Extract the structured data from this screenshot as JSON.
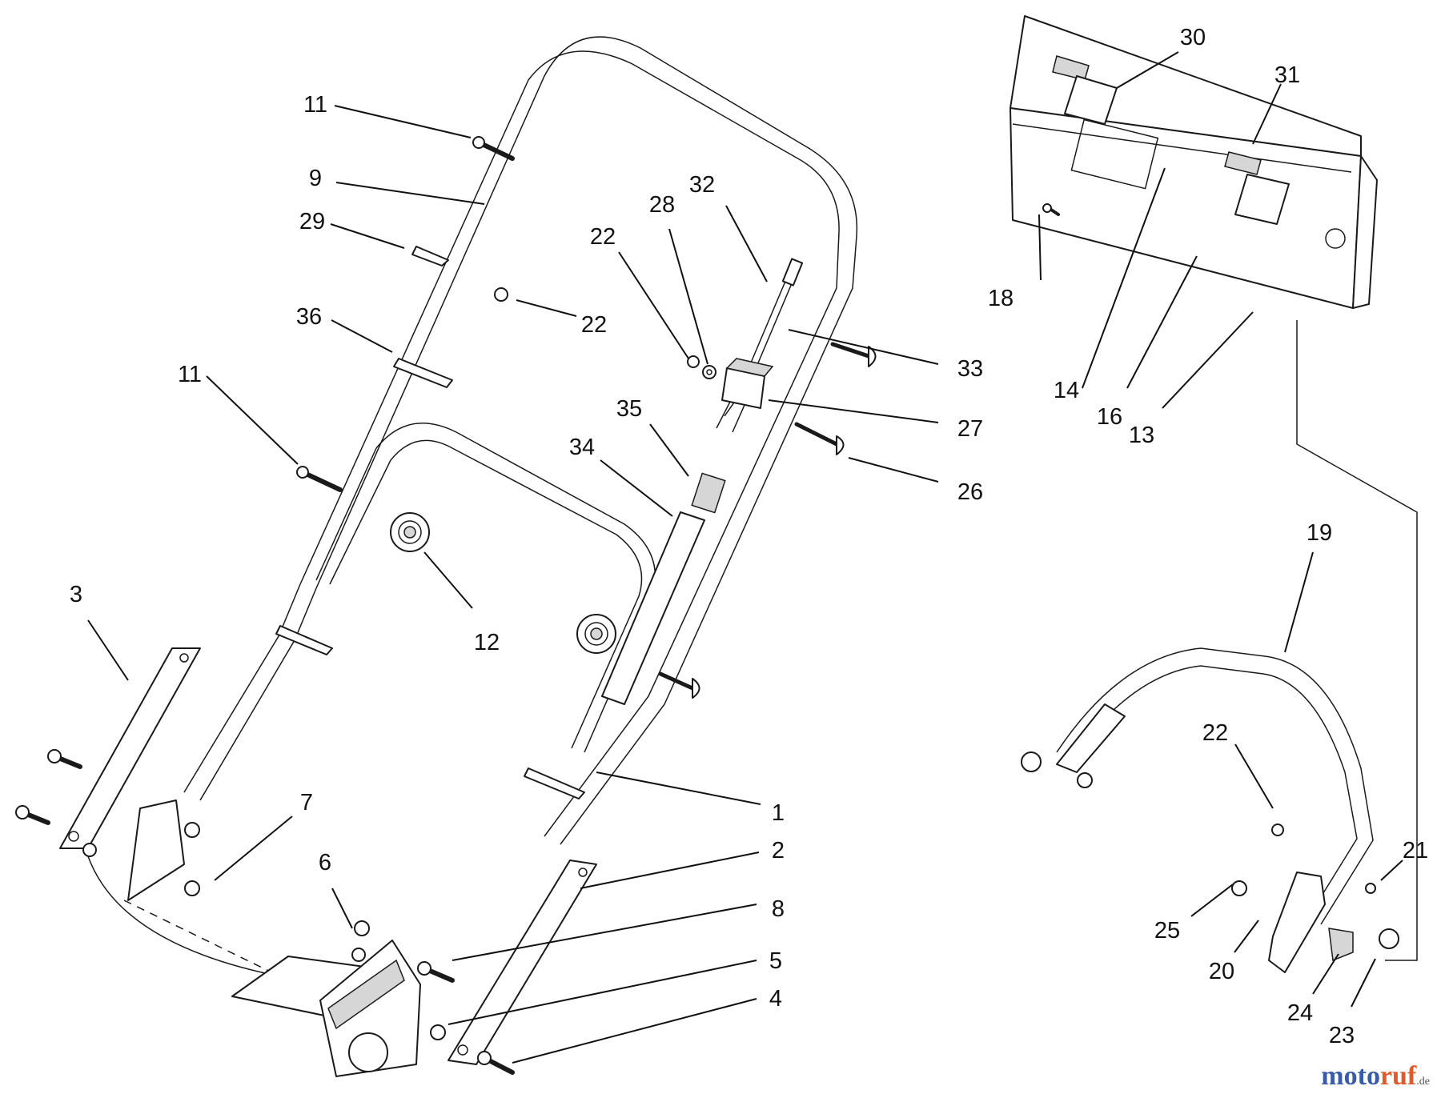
{
  "callouts": [
    {
      "label": "30"
    },
    {
      "label": "31"
    },
    {
      "label": "11"
    },
    {
      "label": "9"
    },
    {
      "label": "32"
    },
    {
      "label": "28"
    },
    {
      "label": "22"
    },
    {
      "label": "29"
    },
    {
      "label": "18"
    },
    {
      "label": "22"
    },
    {
      "label": "36"
    },
    {
      "label": "33"
    },
    {
      "label": "14"
    },
    {
      "label": "16"
    },
    {
      "label": "13"
    },
    {
      "label": "11"
    },
    {
      "label": "27"
    },
    {
      "label": "35"
    },
    {
      "label": "34"
    },
    {
      "label": "26"
    },
    {
      "label": "19"
    },
    {
      "label": "3"
    },
    {
      "label": "12"
    },
    {
      "label": "22"
    },
    {
      "label": "1"
    },
    {
      "label": "7"
    },
    {
      "label": "2"
    },
    {
      "label": "21"
    },
    {
      "label": "6"
    },
    {
      "label": "8"
    },
    {
      "label": "25"
    },
    {
      "label": "20"
    },
    {
      "label": "5"
    },
    {
      "label": "4"
    },
    {
      "label": "24"
    },
    {
      "label": "23"
    }
  ],
  "watermark": {
    "brand_a": "moto",
    "brand_b": "ruf",
    "suffix": ".de"
  },
  "colors": {
    "watermark_blue": "#3a5ba8",
    "watermark_orange": "#e05a2a"
  }
}
